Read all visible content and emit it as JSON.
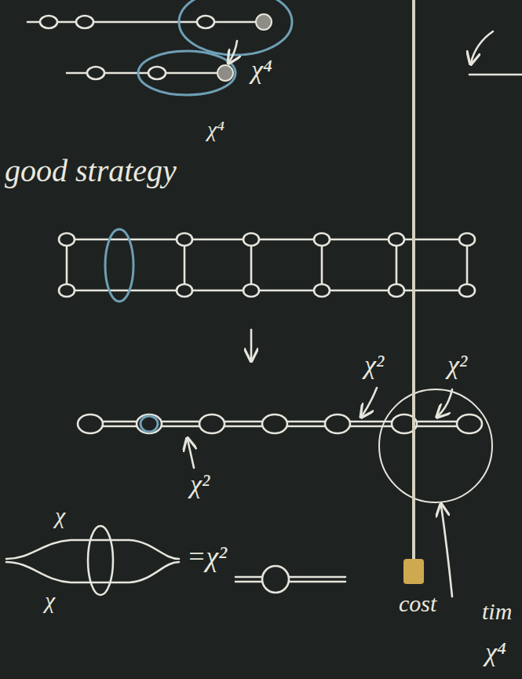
{
  "diagram": {
    "labels": [
      "χ⁴",
      "χ⁴",
      "good strategy",
      "χ²",
      "χ²",
      "χ²",
      "χ",
      "χ",
      "=χ²",
      "cost",
      "tim",
      "χ⁴"
    ]
  }
}
